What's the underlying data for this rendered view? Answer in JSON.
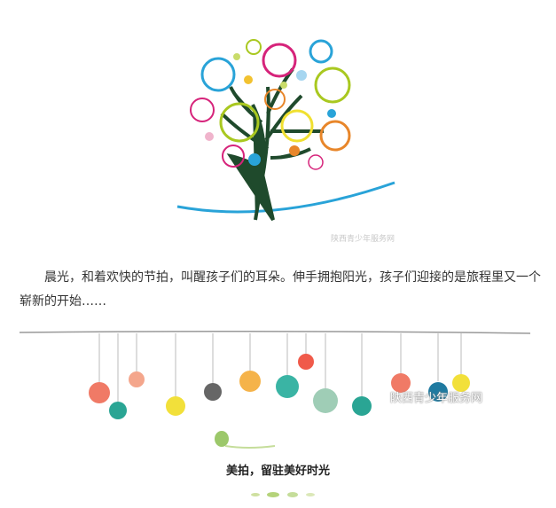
{
  "watermark": {
    "text": "陕西青少年服务网"
  },
  "article": {
    "paragraph": "晨光，和着欢快的节拍，叫醒孩子们的耳朵。伸手拥抱阳光，孩子们迎接的是旅程里又一个崭新的开始……",
    "caption": "美拍，留驻美好时光"
  },
  "colors": {
    "blue": "#29a3d8",
    "pink": "#d6237a",
    "green": "#a9c820",
    "orange": "#e8862a",
    "trunk": "#1f4a2c",
    "text": "#333333"
  }
}
